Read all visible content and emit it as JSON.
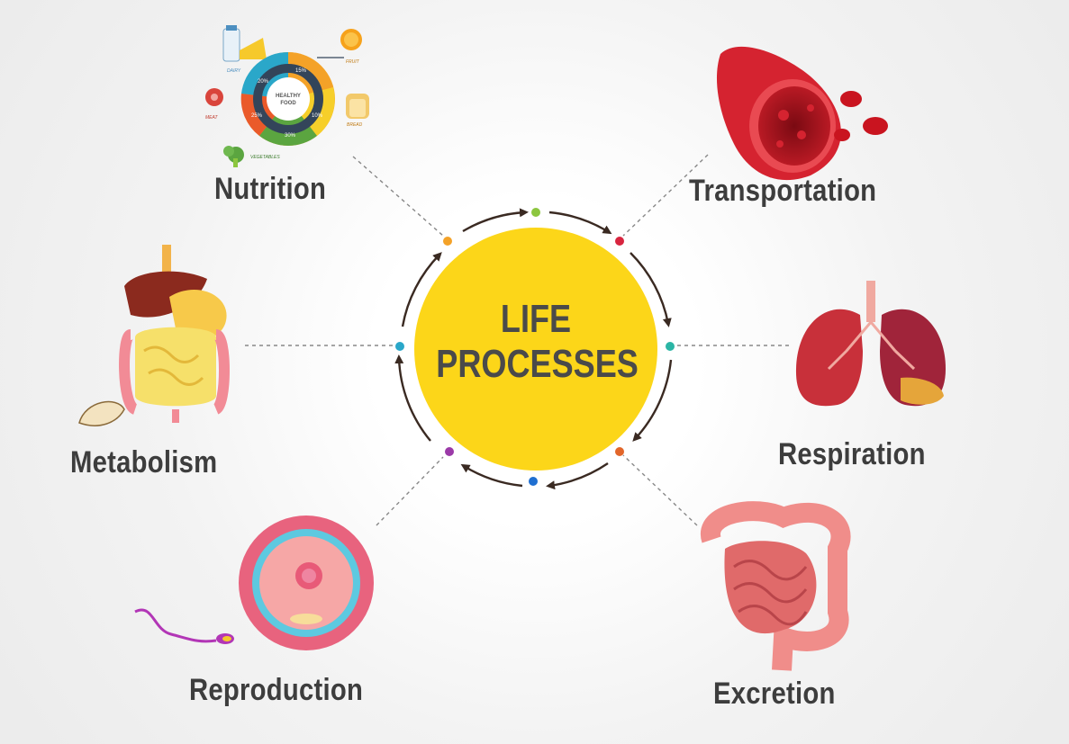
{
  "center": {
    "line1": "LIFE",
    "line2": "PROCESSES"
  },
  "processes": [
    {
      "id": "nutrition",
      "label": "Nutrition",
      "dot_color": "#f4a228"
    },
    {
      "id": "transportation",
      "label": "Transportation",
      "dot_color": "#d8253f"
    },
    {
      "id": "respiration",
      "label": "Respiration",
      "dot_color": "#2bb5a5"
    },
    {
      "id": "excretion",
      "label": "Excretion",
      "dot_color": "#e2662a"
    },
    {
      "id": "reproduction",
      "label": "Reproduction",
      "dot_color": "#9b3aa8"
    },
    {
      "id": "metabolism",
      "label": "Metabolism",
      "dot_color": "#2aa7c9"
    }
  ],
  "cycle_dots": {
    "top": "#8cc63f",
    "bottom": "#1f6fd1"
  },
  "food_wheel": {
    "center_line1": "HEALTHY",
    "center_line2": "FOOD",
    "segments": [
      {
        "label": "DAIRY",
        "percent": "20%"
      },
      {
        "label": "FRUIT",
        "percent": "15%"
      },
      {
        "label": "BREAD",
        "percent": "10%"
      },
      {
        "label": "VEGETABLES",
        "percent": "30%"
      },
      {
        "label": "MEAT",
        "percent": "25%"
      }
    ]
  },
  "colors": {
    "center_fill": "#fcd619",
    "label_text": "#3d3d3d",
    "arrow": "#3a2a22",
    "connector": "#888888"
  }
}
